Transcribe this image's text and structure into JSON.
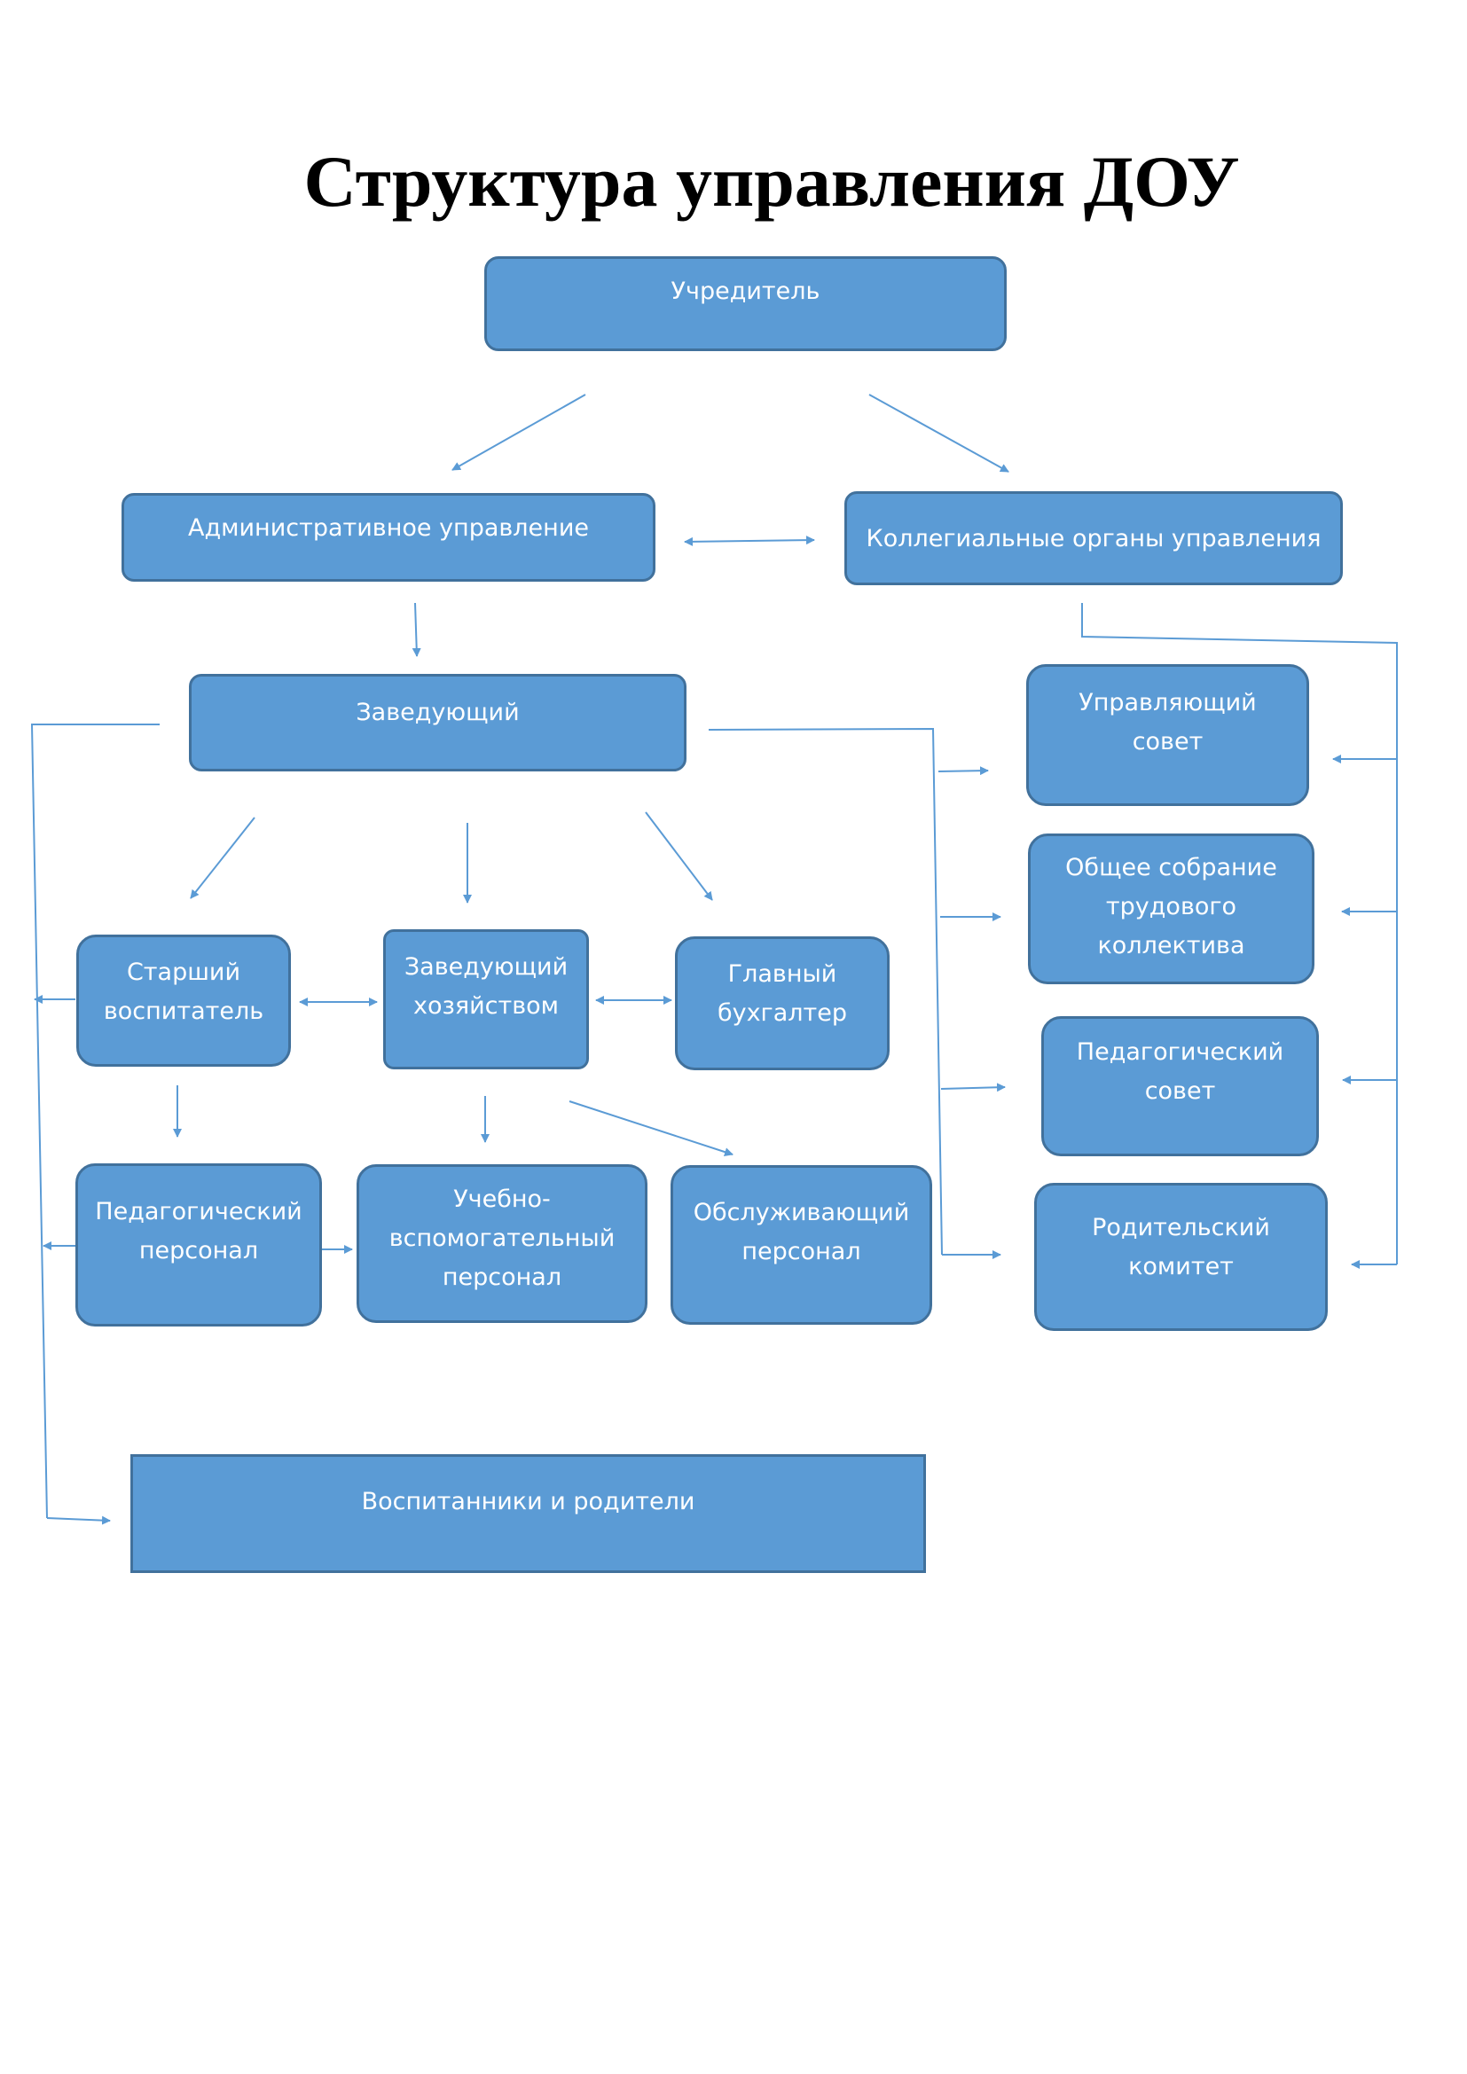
{
  "title": "Структура управления ДОУ",
  "colors": {
    "box_fill": "#5b9bd5",
    "box_border": "#41719c",
    "box_text": "#ffffff",
    "connector": "#5b9bd5",
    "title_text": "#000000"
  },
  "nodes": {
    "founder": "Учредитель",
    "admin_management": "Административное управление",
    "collegial_bodies": "Коллегиальные органы управления",
    "head": "Заведующий",
    "senior_educator": "Старший\nвоспитатель",
    "facilities_manager": "Заведующий\nхозяйством",
    "chief_accountant": "Главный\nбухгалтер",
    "teaching_staff": "Педагогический\nперсонал",
    "support_staff": "Учебно-\nвспомогательный\nперсонал",
    "service_staff": "Обслуживающий\nперсонал",
    "governing_council": "Управляющий\nсовет",
    "general_meeting": "Общее собрание\nтрудового\nколлектива",
    "pedagogical_council": "Педагогический\nсовет",
    "parents_committee": "Родительский\nкомитет",
    "pupils_parents": "Воспитанники и родители"
  }
}
